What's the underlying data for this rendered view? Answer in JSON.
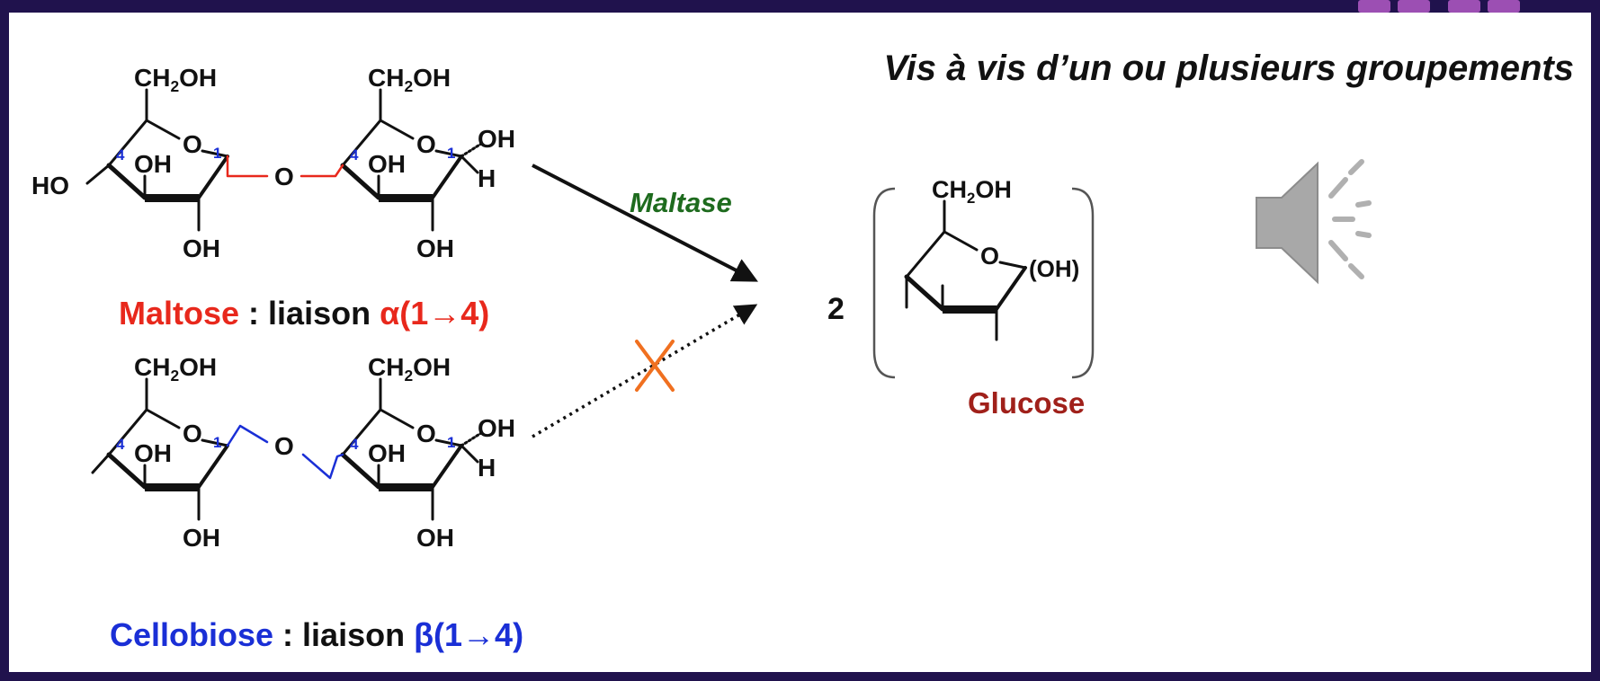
{
  "heading": "Vis à vis d’un ou plusieurs groupements",
  "maltose": {
    "name": "Maltose",
    "link_text": " : liaison ",
    "bond": "α(1→4)"
  },
  "cellobiose": {
    "name": "Cellobiose",
    "link_text": " : liaison ",
    "bond": "β(1→4)"
  },
  "enzyme": "Maltase",
  "product": {
    "coefficient": "2",
    "name": "Glucose",
    "anomeric_group": "(OH)"
  },
  "groups": {
    "ch2oh_ch": "CH",
    "ch2oh_sub": "2",
    "ch2oh_oh": "OH",
    "ring_o": "O",
    "oh": "OH",
    "ho": "HO",
    "h": "H",
    "bridge_o": "O",
    "carbon_1": "1",
    "carbon_4": "4"
  },
  "colors": {
    "maltose": "#e8281c",
    "cellobiose": "#1a2fd6",
    "maltase": "#1e6b1e",
    "glucose": "#a0201a",
    "cross": "#f07020",
    "frame": "#20124d",
    "speaker": "#9e9e9e"
  },
  "icons": {
    "speaker": "speaker-icon",
    "blocked": "cross-mark-icon"
  }
}
